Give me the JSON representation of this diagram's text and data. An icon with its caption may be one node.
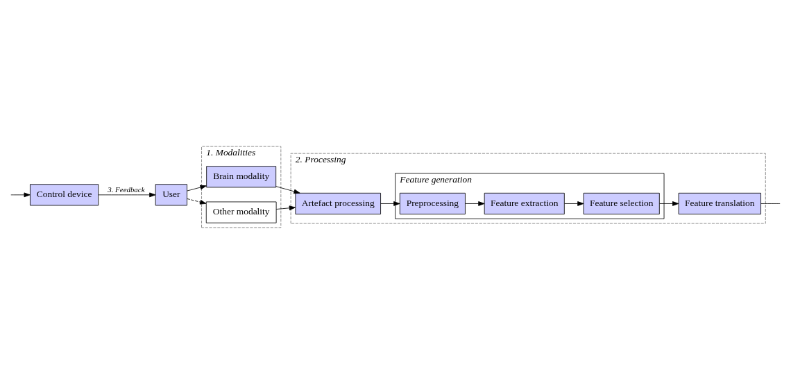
{
  "diagram": {
    "nodes": [
      {
        "text": [
          "User"
        ]
      },
      {
        "text": [
          "Control device"
        ]
      },
      {
        "text": [
          "1. Modalities"
        ]
      },
      {
        "text": [
          "Brain modality"
        ],
        "in": 2
      },
      {
        "text": [
          "Other modality"
        ],
        "in": 2
      },
      {
        "text": [
          "2. Processing"
        ]
      },
      {
        "text": [
          "Artefact processing"
        ],
        "in": 5
      },
      {
        "text": [
          "Feature generation"
        ],
        "in": 5
      },
      {
        "text": [
          "Preprocessing"
        ],
        "in": 7
      },
      {
        "text": [
          "Feature extraction"
        ],
        "in": 7
      },
      {
        "text": [
          "Feature selection"
        ],
        "in": 7
      },
      {
        "text": [
          "Feature translation"
        ],
        "in": 5
      }
    ],
    "edges": [
      {
        "from": 1,
        "to": 0,
        "arrow": "to",
        "label": "3. Feedback"
      },
      {
        "from": null,
        "to": 1,
        "arrow": "to"
      },
      {
        "from": 0,
        "to": 3,
        "arrow": "to"
      },
      {
        "from": 0,
        "to": 4,
        "arrow": "to",
        "style": "dashed"
      },
      {
        "from": 3,
        "to": 6,
        "arrow": "to"
      },
      {
        "from": 4,
        "to": 6,
        "arrow": "to"
      },
      {
        "from": 6,
        "to": 8,
        "arrow": "to"
      },
      {
        "from": 8,
        "to": 9,
        "arrow": "to"
      },
      {
        "from": 9,
        "to": 10,
        "arrow": "to"
      },
      {
        "from": 10,
        "to": 11,
        "arrow": "to"
      },
      {
        "from": 11,
        "to": null,
        "arrow": "none"
      }
    ]
  }
}
